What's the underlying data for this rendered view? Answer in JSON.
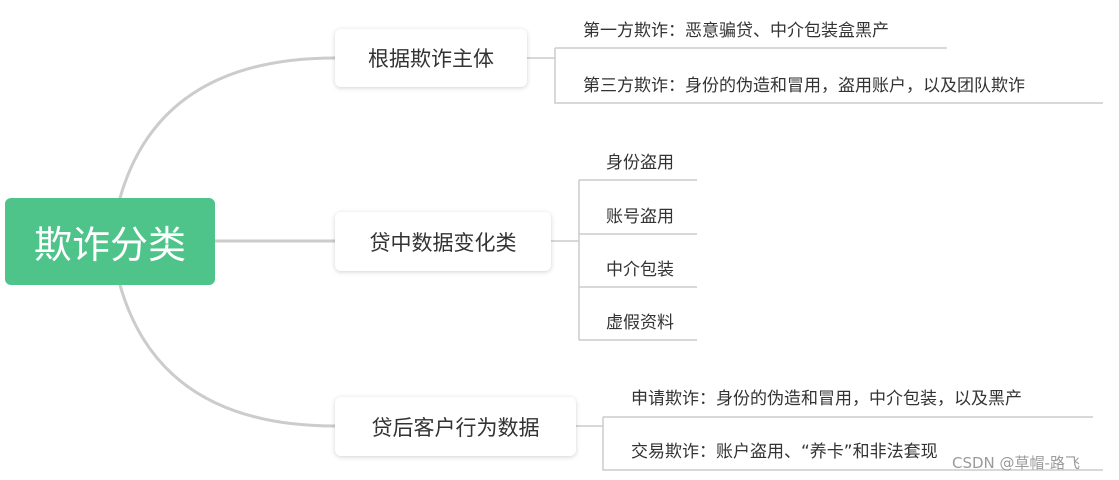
{
  "diagram": {
    "root": {
      "label": "欺诈分类"
    },
    "branches": [
      {
        "label": "根据欺诈主体",
        "leaves": [
          "第一方欺诈：恶意骗贷、中介包装盒黑产",
          "第三方欺诈：身份的伪造和冒用，盗用账户，以及团队欺诈"
        ]
      },
      {
        "label": "贷中数据变化类",
        "leaves": [
          "身份盗用",
          "账号盗用",
          "中介包装",
          "虚假资料"
        ]
      },
      {
        "label": "贷后客户行为数据",
        "leaves": [
          "申请欺诈：身份的伪造和冒用，中介包装，以及黑产",
          "交易欺诈：账户盗用、“养卡”和非法套现"
        ]
      }
    ]
  },
  "watermark": "CSDN @草帽-路飞",
  "colors": {
    "root_fill": "#4fc48a",
    "connector": "#cccccc"
  }
}
